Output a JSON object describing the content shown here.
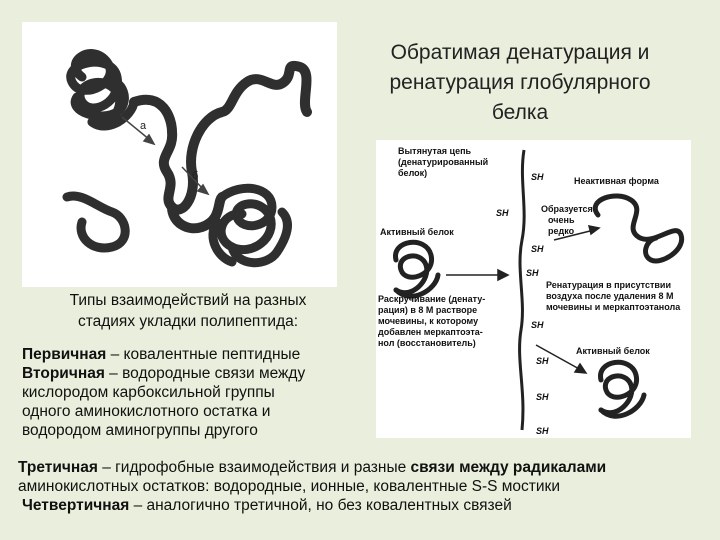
{
  "title": "Обратимая денатурация и\nренатурация  глобулярного\nбелка",
  "left_figure": {
    "label_a": "а",
    "label_b": "б"
  },
  "right_figure": {
    "chain_label": [
      "Вытянутая цепь",
      "(денатурированный",
      "белок)"
    ],
    "inactive_label": "Неактивная форма",
    "formed_label": [
      "Образуется",
      "очень",
      "редко"
    ],
    "active_label": "Активный белок",
    "renaturation_label": [
      "Ренатурация в присутствии",
      "воздуха после удаления 8 M",
      "мочевины и меркаптоэтанола"
    ],
    "unfolding_label": [
      "Раскручивание (денату-",
      "рация) в 8 M растворе",
      "мочевины, к которому",
      "добавлен меркаптоэта-",
      "нол (восстановитель)"
    ],
    "active_label_2": "Активный белок",
    "sh": "SH"
  },
  "types_heading": "Типы взаимодействий на разных\nстадиях укладки полипептида:",
  "primary": {
    "term": "Первичная",
    "rest": " – ковалентные пептидные"
  },
  "secondary": {
    "term": "Вторичная",
    "rest": " – водородные связи между",
    "lines": [
      "кислородом карбоксильной группы",
      "одного аминокислотного остатка и",
      "водородом аминогруппы другого"
    ]
  },
  "tertiary": {
    "term": "Третичная",
    "rest1": " – гидрофобные взаимодействия и разные ",
    "bold2": "связи между радикалами",
    "line2": "аминокислотных остатков: водородные, ионные, ковалентные S-S мостики"
  },
  "quaternary": {
    "term": "Четвертичная",
    "rest": " – аналогично третичной, но без ковалентных связей"
  }
}
